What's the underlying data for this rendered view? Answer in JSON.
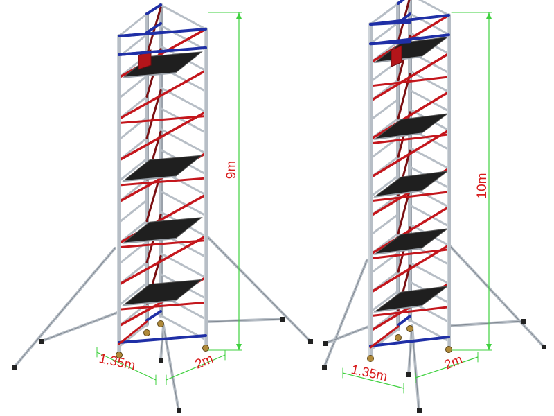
{
  "colors": {
    "frame": "#b7bec6",
    "frame_dark": "#7f8790",
    "guardrail_blue": "#1f2fa6",
    "brace_red": "#c4161c",
    "brace_dark": "#7a0f12",
    "platform": "#1f1f1f",
    "dimension_green": "#3fd13f",
    "label_red": "#d81b1b",
    "caster": "#b08a3a"
  },
  "icons": [
    "scaffold-tower-drawing",
    "platform-deck",
    "toe-board",
    "caster-wheel",
    "stabiliser-outrigger",
    "dimension-arrow"
  ],
  "towers": [
    {
      "id": "tower-9m",
      "height": {
        "label": "9m",
        "value": 9,
        "unit": "m"
      },
      "width": {
        "label": "1.35m",
        "value": 1.35,
        "unit": "m"
      },
      "length": {
        "label": "2m",
        "value": 2,
        "unit": "m"
      },
      "platforms": 4,
      "frame_levels": 15
    },
    {
      "id": "tower-10m",
      "height": {
        "label": "10m",
        "value": 10,
        "unit": "m"
      },
      "width": {
        "label": "1.35m",
        "value": 1.35,
        "unit": "m"
      },
      "length": {
        "label": "2m",
        "value": 2,
        "unit": "m"
      },
      "platforms": 5,
      "frame_levels": 17
    }
  ]
}
